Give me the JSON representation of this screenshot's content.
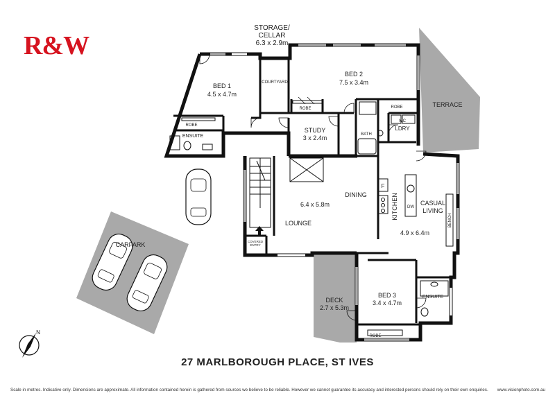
{
  "brand": {
    "logo_text": "R&W",
    "logo_color": "#d6131f"
  },
  "rooms": {
    "storage": {
      "name": "STORAGE/",
      "name2": "CELLAR",
      "size": "6.3 x 2.9m"
    },
    "bed1": {
      "name": "BED 1",
      "size": "4.5 x 4.7m"
    },
    "bed2": {
      "name": "BED 2",
      "size": "7.5 x 3.4m"
    },
    "bed3": {
      "name": "BED 3",
      "size": "3.4 x 4.7m"
    },
    "study": {
      "name": "STUDY",
      "size": "3 x 2.4m"
    },
    "terrace": {
      "name": "TERRACE"
    },
    "dining": {
      "name": "DINING"
    },
    "lounge": {
      "name": "LOUNGE",
      "size": "6.4 x 5.8m"
    },
    "kitchen": {
      "name": "KITCHEN"
    },
    "casual_living": {
      "name": "CASUAL",
      "name2": "LIVING",
      "size": "4.9 x 6.4m"
    },
    "deck": {
      "name": "DECK",
      "size": "2.7 x 5.3m"
    },
    "carpark": {
      "name": "CARPARK"
    }
  },
  "small_labels": {
    "courtyard": "COURTYARD",
    "robe_bed1": "ROBE",
    "robe_bed2_a": "ROBE",
    "robe_bed2_b": "ROBE",
    "robe_bed3": "ROBE",
    "ensuite_bed1": "ENSUITE",
    "ensuite_bed3": "ENSUITE",
    "bath": "BATH",
    "wc": "WC",
    "ldry": "LDRY",
    "fridge": "F",
    "dw": "DW",
    "bench": "BENCH",
    "covered_entry_1": "COVERED",
    "covered_entry_2": "ENTRY"
  },
  "address": "27 MARLBOROUGH PLACE, ST IVES",
  "footer": {
    "disclaimer": "Scale in metres. Indicative only. Dimensions are approximate. All information contained herein is gathered from sources we believe to be reliable. However we cannot guarantee its accuracy and interested persons should rely on their own enquiries.",
    "website": "www.visionphoto.com.au"
  },
  "colors": {
    "wall": "#111111",
    "outdoor_fill": "#a9a9a9",
    "brand_red": "#d6131f"
  }
}
